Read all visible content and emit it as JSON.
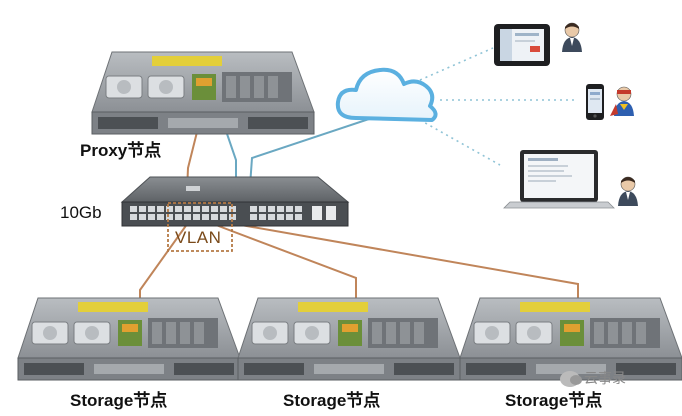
{
  "labels": {
    "proxy_node": "Proxy节点",
    "switch_speed": "10Gb",
    "vlan": "VLAN",
    "storage_node_1": "Storage节点",
    "storage_node_2": "Storage节点",
    "storage_node_3": "Storage节点",
    "watermark": "云事录"
  },
  "colors": {
    "fiber_link": "#c0855a",
    "uplink": "#6aa8c2",
    "client_link": "#8fc3d6",
    "cloud": "#5bb0e0",
    "server_body": "#9ea2a6",
    "switch_body": "#6e7276"
  },
  "icons": {
    "cloud": "cloud-icon",
    "tablet": "tablet-icon",
    "phone": "smartphone-icon",
    "laptop": "laptop-icon",
    "user": "user-icon"
  }
}
